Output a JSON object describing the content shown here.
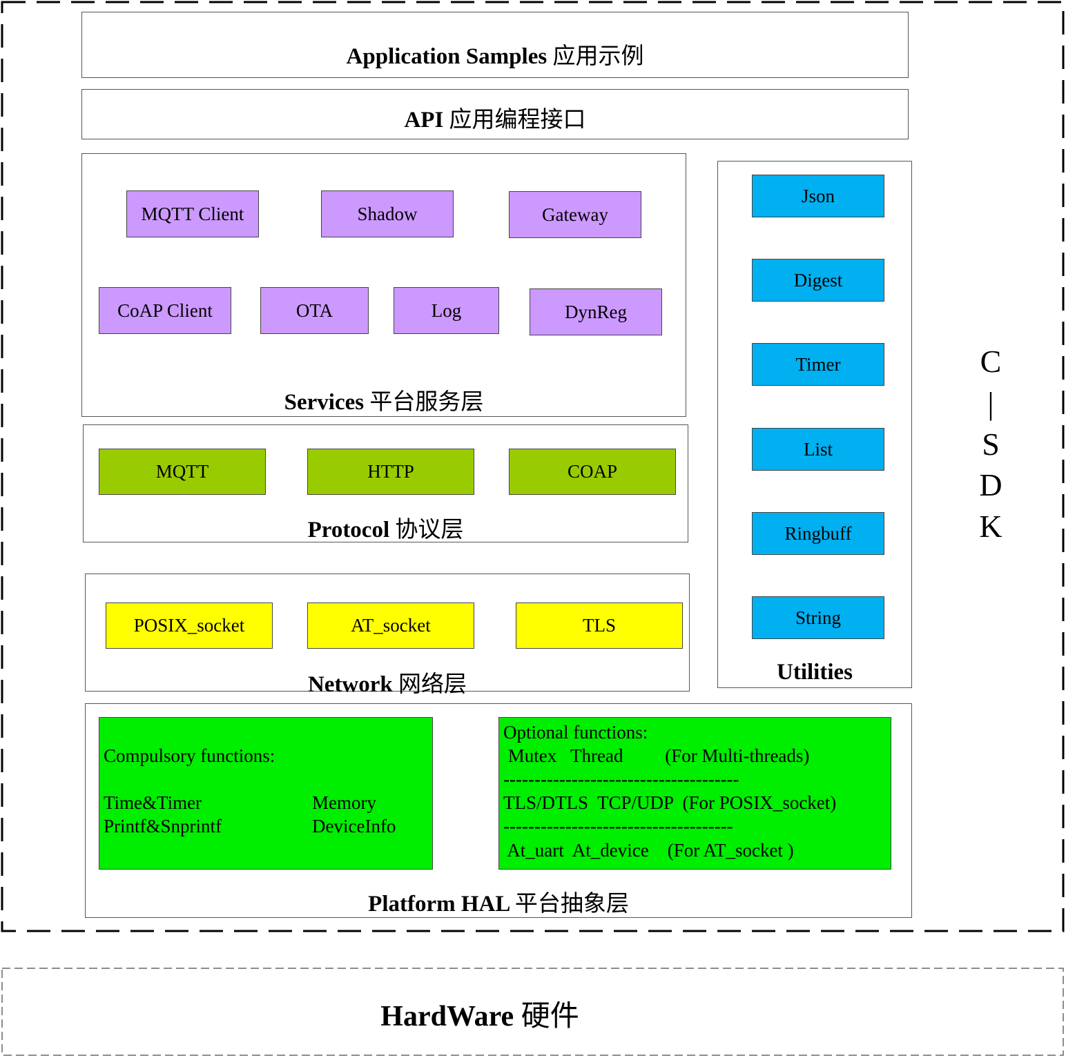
{
  "application": {
    "en": "Application Samples",
    "cn": "应用示例"
  },
  "api": {
    "en": "API",
    "cn": "应用编程接口"
  },
  "services": {
    "title_en": "Services",
    "title_cn": "平台服务层",
    "items": [
      "MQTT Client",
      "Shadow",
      "Gateway",
      "CoAP Client",
      "OTA",
      "Log",
      "DynReg"
    ]
  },
  "protocol": {
    "title_en": "Protocol",
    "title_cn": "协议层",
    "items": [
      "MQTT",
      "HTTP",
      "COAP"
    ]
  },
  "network": {
    "title_en": "Network",
    "title_cn": "网络层",
    "items": [
      "POSIX_socket",
      "AT_socket",
      "TLS"
    ]
  },
  "utilities": {
    "title": "Utilities",
    "items": [
      "Json",
      "Digest",
      "Timer",
      "List",
      "Ringbuff",
      "String"
    ]
  },
  "hal": {
    "title_en": "Platform HAL",
    "title_cn": "平台抽象层",
    "compulsory": {
      "heading": "Compulsory functions:",
      "left": [
        "Time&Timer",
        "Printf&Snprintf"
      ],
      "right": [
        "Memory",
        "DeviceInfo"
      ]
    },
    "optional": {
      "heading": "Optional functions:",
      "line1": " Mutex   Thread         (For Multi-threads)",
      "sep1": "--------------------------------------",
      "line2": "TLS/DTLS  TCP/UDP  (For POSIX_socket)",
      "sep2": "-------------------------------------",
      "line3": " At_uart  At_device    (For AT_socket )"
    }
  },
  "sdk_label": [
    "C",
    "|",
    "S",
    "D",
    "K"
  ],
  "hardware": {
    "en": "HardWare",
    "cn": "硬件"
  },
  "colors": {
    "services": "#cc99ff",
    "protocol": "#99cc00",
    "network": "#ffff00",
    "utilities": "#00b0f0",
    "hal": "#00ee00"
  }
}
